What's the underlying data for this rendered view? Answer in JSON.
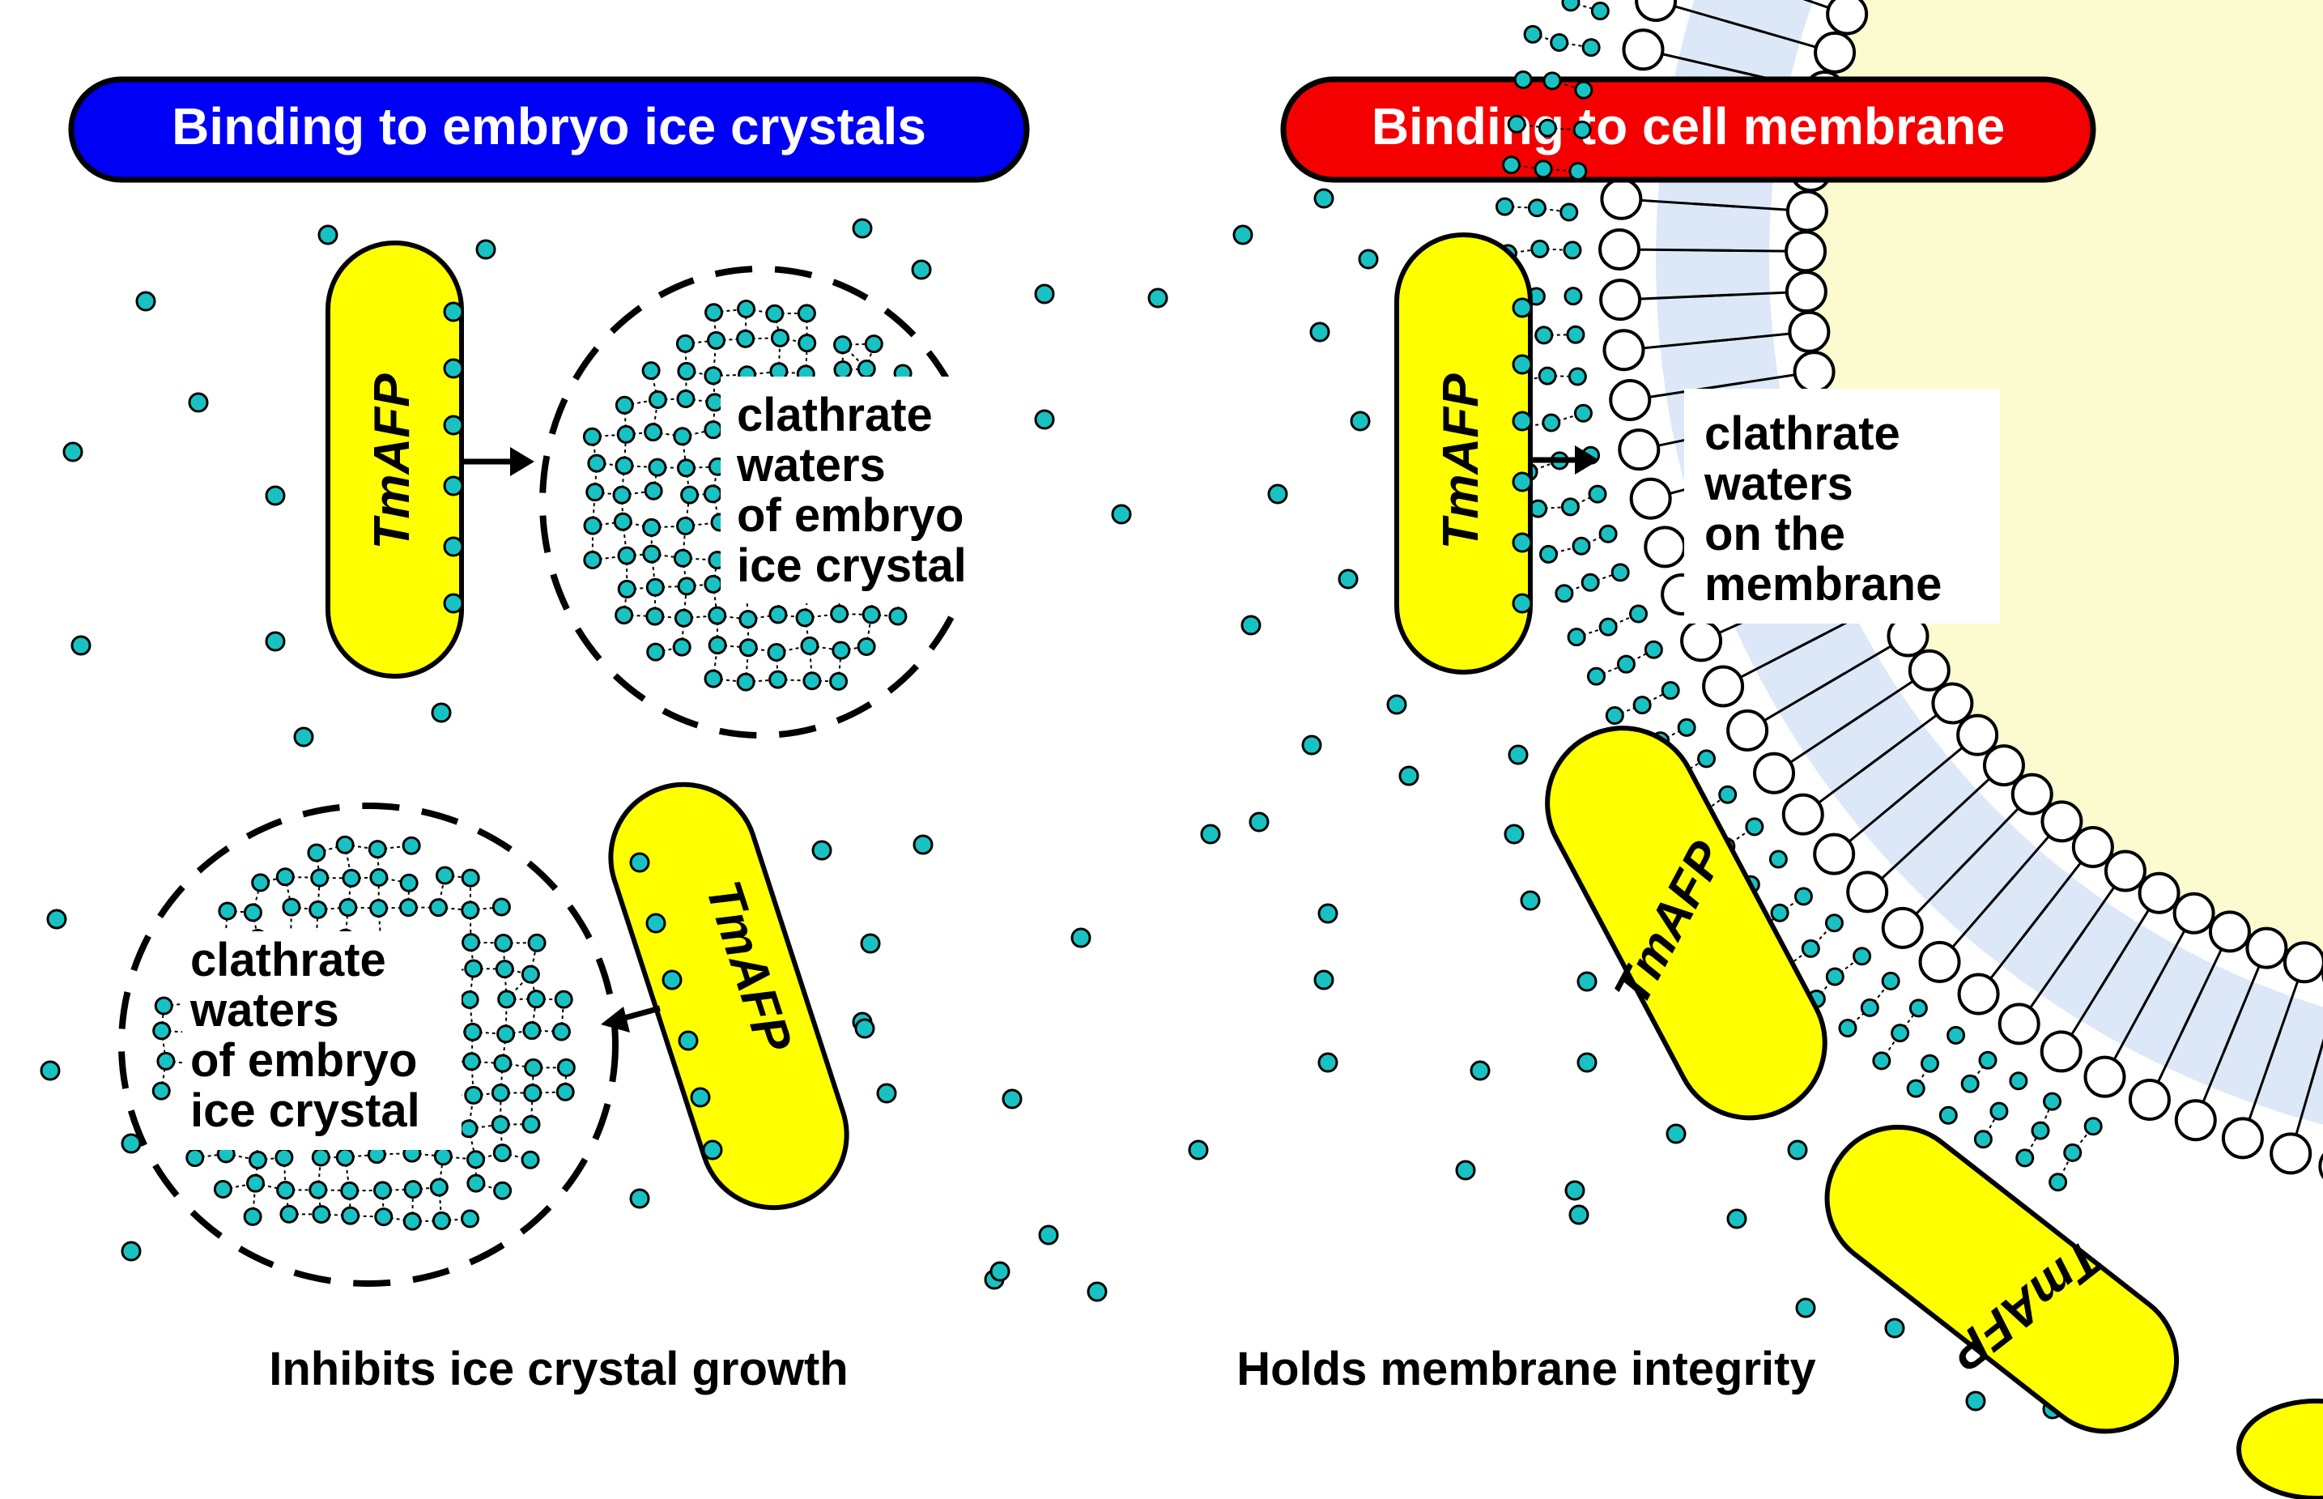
{
  "colors": {
    "left_banner": "#0000f5",
    "right_banner": "#f50000",
    "protein": "#ffff00",
    "water": "#18c2c2",
    "membrane_band": "#dce8f8",
    "cytoplasm": "#fbfbcf"
  },
  "left_panel": {
    "banner": "Binding to embryo ice crystals",
    "crystal_label_1": [
      "clathrate",
      "waters",
      "of embryo",
      "ice crystal"
    ],
    "crystal_label_2": [
      "clathrate",
      "waters",
      "of embryo",
      "ice crystal"
    ],
    "protein_1": "TmAFP",
    "protein_2": "TmAFP",
    "caption": "Inhibits ice crystal growth"
  },
  "right_panel": {
    "banner": "Binding to cell membrane",
    "membrane_label": [
      "clathrate",
      "waters",
      "on the",
      "membrane"
    ],
    "protein_1": "TmAFP",
    "protein_2": "TmAFP",
    "protein_3": "TmAFP",
    "caption": "Holds membrane integrity"
  }
}
